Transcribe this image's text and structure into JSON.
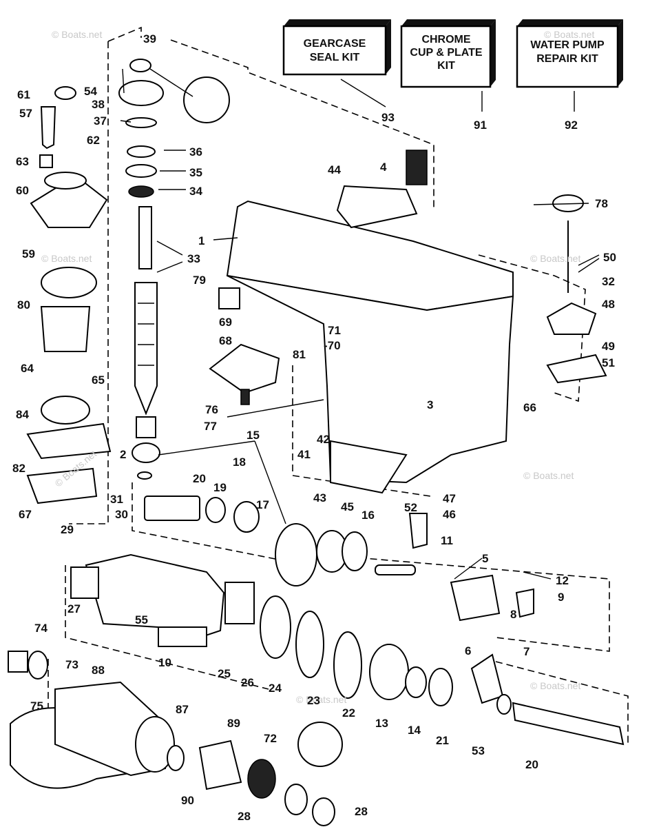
{
  "watermark": "© Boats.net",
  "kits": [
    {
      "id": "93",
      "lines": [
        "GEARCASE",
        "SEAL KIT"
      ]
    },
    {
      "id": "91",
      "lines": [
        "CHROME",
        "CUP & PLATE",
        "KIT"
      ]
    },
    {
      "id": "92",
      "lines": [
        "WATER PUMP",
        "REPAIR KIT"
      ]
    }
  ],
  "callouts": [
    "39",
    "54",
    "38",
    "61",
    "57",
    "37",
    "36",
    "35",
    "34",
    "62",
    "63",
    "60",
    "59",
    "33",
    "1",
    "80",
    "79",
    "69",
    "68",
    "64",
    "65",
    "84",
    "82",
    "67",
    "31",
    "2",
    "29",
    "30",
    "20",
    "19",
    "18",
    "17",
    "15",
    "76",
    "77",
    "81",
    "71",
    "-70",
    "3",
    "42",
    "41",
    "66",
    "47",
    "46",
    "43",
    "45",
    "16",
    "52",
    "11",
    "5",
    "12",
    "9",
    "8",
    "7",
    "6",
    "27",
    "55",
    "10",
    "25",
    "26",
    "24",
    "23",
    "22",
    "13",
    "14",
    "21",
    "53",
    "20",
    "74",
    "73",
    "88",
    "75",
    "87",
    "89",
    "72",
    "90",
    "28",
    "28",
    "4",
    "44",
    "78",
    "50",
    "32",
    "48",
    "49",
    "51",
    "93",
    "91",
    "92"
  ]
}
